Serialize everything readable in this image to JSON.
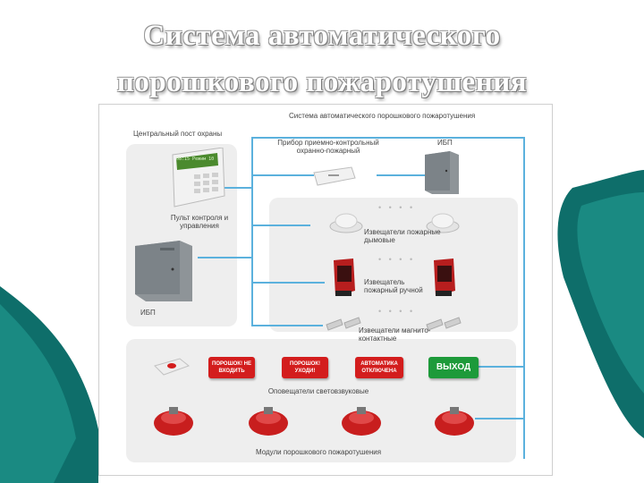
{
  "title": {
    "line1": "Система автоматического",
    "line2": "порошкового пожаротушения"
  },
  "diagram": {
    "header": "Система автоматического порошкового пожаротушения",
    "central_post": "Центральный пост охраны",
    "keypad_display": "08:15 Режим 10",
    "control_panel": "Пульт контроля и управления",
    "ups_left": "ИБП",
    "receiver": "Прибор приемно-контрольный охранно-пожарный",
    "ups_right": "ИБП",
    "smoke_detectors": "Извещатели пожарные дымовые",
    "manual_detector": "Извещатель пожарный ручной",
    "magnetic_detectors": "Извещатели магнито-контактные",
    "signs": [
      "ПОРОШОК! НЕ ВХОДИТЬ",
      "ПОРОШОК! УХОДИ!",
      "АВТОМАТИКА ОТКЛЮЧЕНА",
      "ВЫХОД"
    ],
    "annunciators": "Оповещатели световзвуковые",
    "modules": "Модули порошкового пожаротушения"
  },
  "colors": {
    "accent_teal": "#0e6e6a",
    "line_blue": "#5bb1dd",
    "sign_red": "#d31d1d",
    "sign_green": "#1d9a3a"
  }
}
